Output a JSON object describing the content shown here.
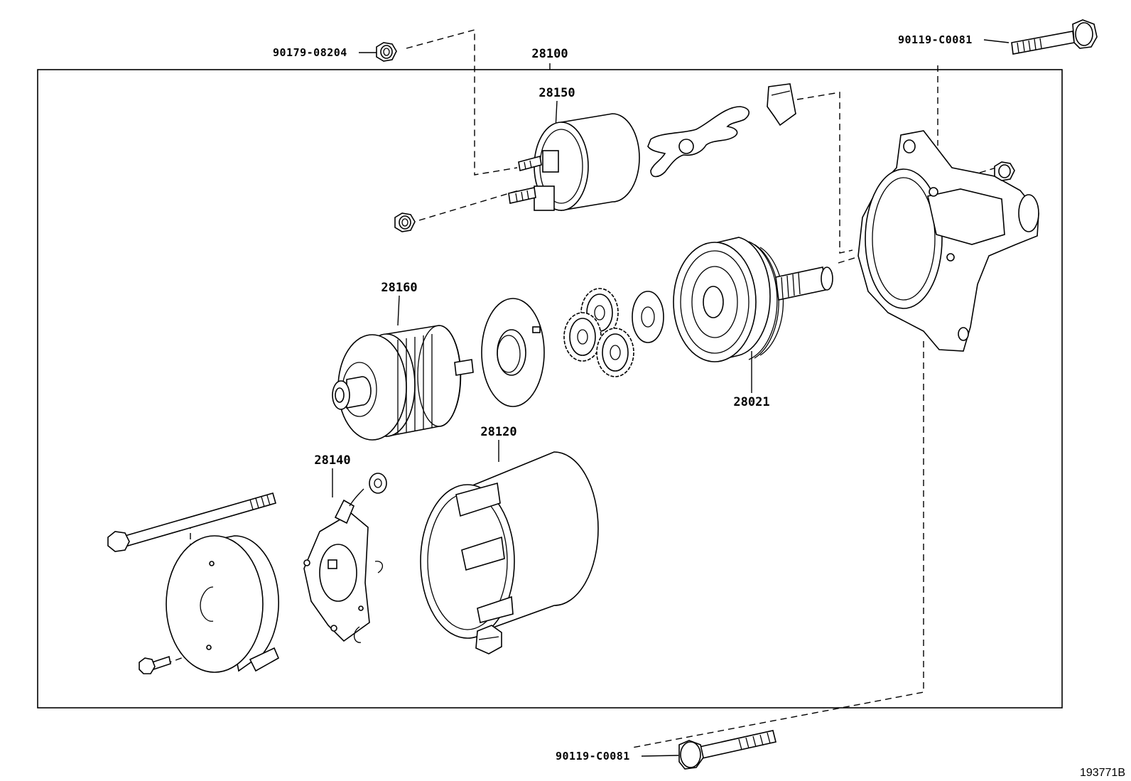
{
  "diagram": {
    "figure_id": "193771B",
    "callouts": {
      "assembly": "28100",
      "solenoid": "28150",
      "armature": "28160",
      "yoke": "28120",
      "brush_holder": "28140",
      "clutch": "28021",
      "nut_top": "90179-08204",
      "bolt_top": "90119-C0081",
      "bolt_bottom": "90119-C0081"
    }
  }
}
